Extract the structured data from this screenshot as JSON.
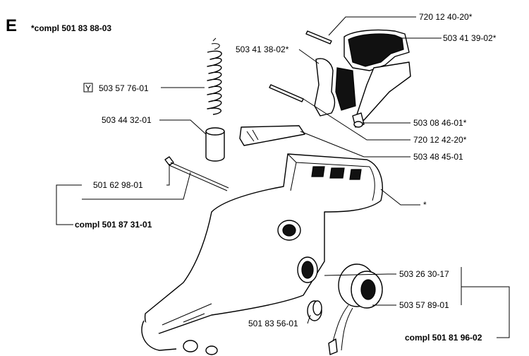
{
  "section_letter": "E",
  "assembly_note": "*compl 501 83 88-03",
  "labels": {
    "spring_marker": "Y",
    "spring": "503 57 76-01",
    "bushing": "503 44 32-01",
    "screw": "501 62 98-01",
    "screw_group": "compl 501 87 31-01",
    "pin_top": "720 12 40-20*",
    "handle": "503 41 39-02*",
    "trigger": "503 41 38-02*",
    "sleeve": "503 08 46-01*",
    "pin_mid": "720 12 42-20*",
    "throttle_lock": "503 48 45-01",
    "housing": "*",
    "cover": "503 26 30-17",
    "contact": "503 57 89-01",
    "bottom_group": "compl 501 81 96-02",
    "plug": "501 83 56-01"
  }
}
